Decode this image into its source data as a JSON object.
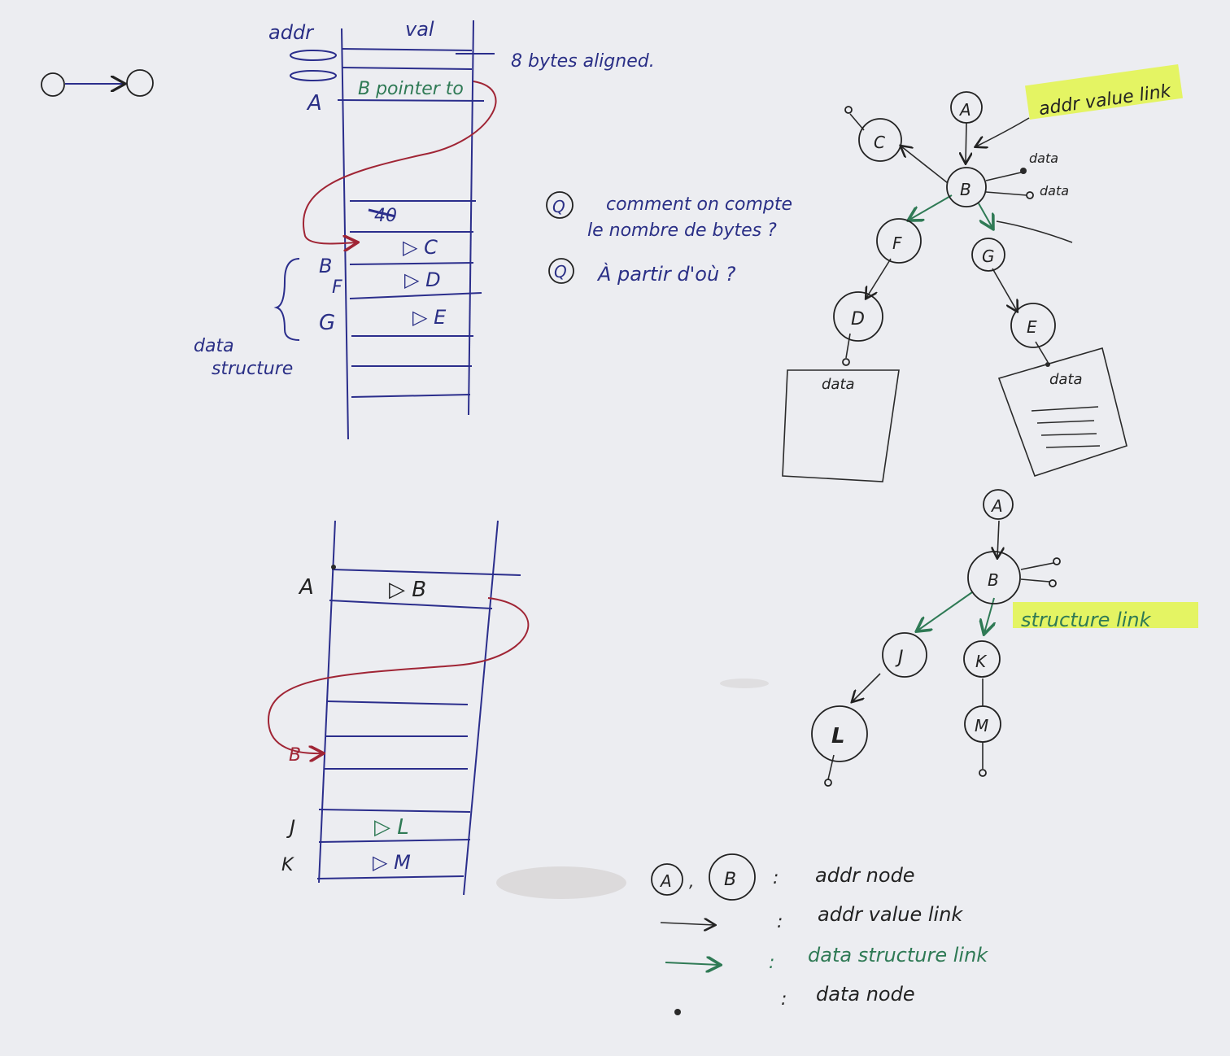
{
  "intro": {
    "circle_link": "○→○"
  },
  "memory_top": {
    "header_addr": "addr",
    "header_val": "val",
    "aligned_note": "8 bytes aligned.",
    "rows": [
      {
        "addr": "",
        "val": ""
      },
      {
        "addr": "",
        "val": ""
      },
      {
        "addr": "A",
        "val": "B pointer to"
      },
      {
        "addr": "",
        "val": "40"
      },
      {
        "addr": "B",
        "val": "▷ C"
      },
      {
        "addr": "F",
        "val": "▷ D"
      },
      {
        "addr": "G",
        "val": "▷ E"
      }
    ],
    "brace_label_1": "data",
    "brace_label_2": "structure"
  },
  "questions": [
    {
      "marker": "Q",
      "line1": "comment on compte",
      "line2": "le nombre de bytes ?"
    },
    {
      "marker": "Q",
      "line1": "À partir d'où ?",
      "line2": ""
    }
  ],
  "memory_bottom": {
    "rows": [
      {
        "addr": "A",
        "val": "▷ B"
      },
      {
        "addr": "B",
        "val": ""
      },
      {
        "addr": "J",
        "val": "▷ L"
      },
      {
        "addr": "K",
        "val": "▷ M"
      }
    ]
  },
  "tree_top": {
    "highlight": "addr value link",
    "nodes": [
      "A",
      "B",
      "C",
      "F",
      "G",
      "D",
      "E"
    ],
    "data_labels": [
      "data",
      "data",
      "data",
      "data"
    ]
  },
  "tree_bottom": {
    "highlight": "structure link",
    "nodes": [
      "A",
      "B",
      "J",
      "K",
      "L",
      "M"
    ]
  },
  "legend": {
    "items": [
      {
        "symbol": "(A), (B)",
        "text": "addr node"
      },
      {
        "symbol": "→",
        "text": "addr value link"
      },
      {
        "symbol": "→",
        "text": "data structure link"
      },
      {
        "symbol": "•",
        "text": "data node"
      }
    ]
  },
  "colors": {
    "paper": "#ecedf1",
    "ink_blue": "#2b2e8c",
    "ink_green": "#2f7a55",
    "ink_red": "#a02535",
    "ink_black": "#222222",
    "highlighter": "#e3f44a"
  }
}
